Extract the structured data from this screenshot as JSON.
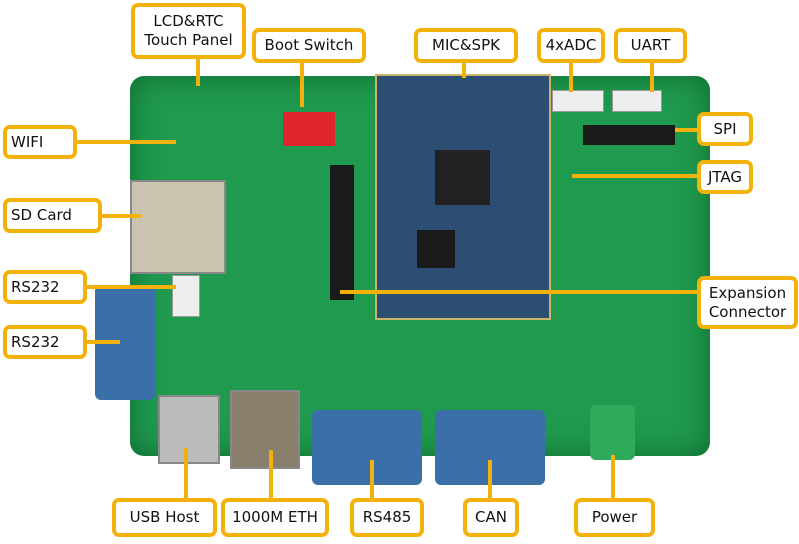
{
  "labels": {
    "lcd_rtc": "LCD&RTC Touch Panel",
    "boot_switch": "Boot Switch",
    "mic_spk": "MIC&SPK",
    "adc": "4xADC",
    "uart": "UART",
    "spi": "SPI",
    "jtag": "JTAG",
    "expansion": "Expansion Connector",
    "wifi": "WIFI",
    "sd_card": "SD Card",
    "rs232_a": "RS232",
    "rs232_b": "RS232",
    "usb_host": "USB Host",
    "eth": "1000M ETH",
    "rs485": "RS485",
    "can": "CAN",
    "power": "Power"
  },
  "colors": {
    "label_border": "#f3b10b",
    "board": "#1f9a4e"
  }
}
